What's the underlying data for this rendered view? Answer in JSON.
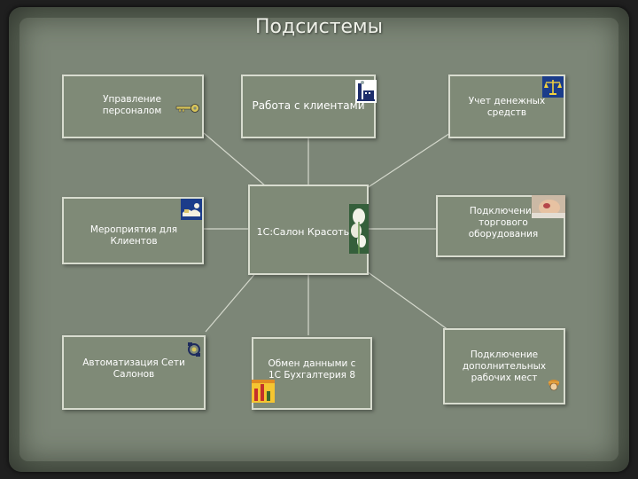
{
  "title": "Подсистемы",
  "nodes": {
    "center": "1С:Салон Красоты",
    "personnel": "Управление персоналом",
    "clients": "Работа с клиентами",
    "money": "Учет денежных средств",
    "events": "Мероприятия для Клиентов",
    "trade_equipment": "Подключение торгового оборудования",
    "automation": "Автоматизация Сети Салонов",
    "exchange": "Обмен данными с 1С Бухгалтерия 8",
    "workplaces": "Подключение дополнительных рабочих мест"
  },
  "icons": {
    "personnel": "key-icon",
    "clients": "factory-icon",
    "money": "scales-icon",
    "events": "handshake-icon",
    "center": "flower-icon",
    "trade_equipment": "cash-register-icon",
    "automation": "network-icon",
    "exchange": "chart-icon",
    "workplaces": "worker-icon"
  },
  "colors": {
    "background": "#7c8677",
    "box": "#7f8a77",
    "border": "#d8dccf",
    "text": "#ffffff"
  }
}
